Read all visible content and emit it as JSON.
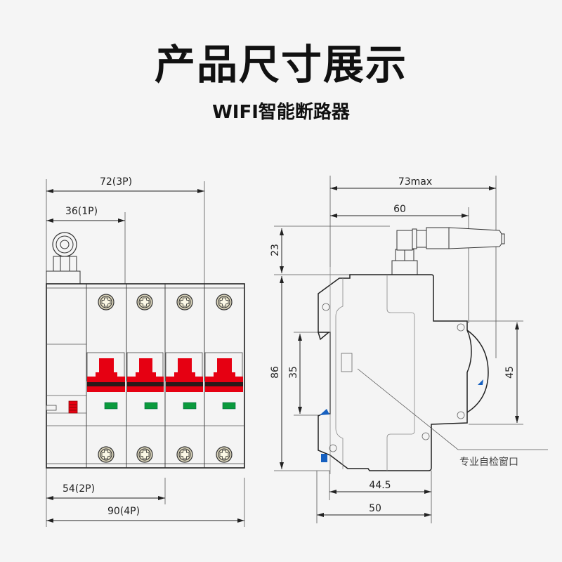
{
  "header": {
    "title": "产品尺寸展示",
    "subtitle": "WIFI智能断路器"
  },
  "front_view": {
    "dimensions": {
      "width_3p": "72(3P)",
      "width_1p": "36(1P)",
      "width_2p": "54(2P)",
      "width_4p": "90(4P)"
    },
    "poles": 4,
    "colors": {
      "handle": "#e60012",
      "handle_band": "#2a1a1a",
      "indicator": "#0a9a3c",
      "terminal": "#f3efd8"
    }
  },
  "side_view": {
    "dimensions": {
      "total_depth": "73max",
      "body_depth": "60",
      "antenna_height": "23",
      "height": "86",
      "rail": "35",
      "front_height": "45",
      "depth_44_5": "44.5",
      "depth_50": "50"
    },
    "callout": "专业自检窗口",
    "colors": {
      "clip": "#1660c0"
    }
  }
}
